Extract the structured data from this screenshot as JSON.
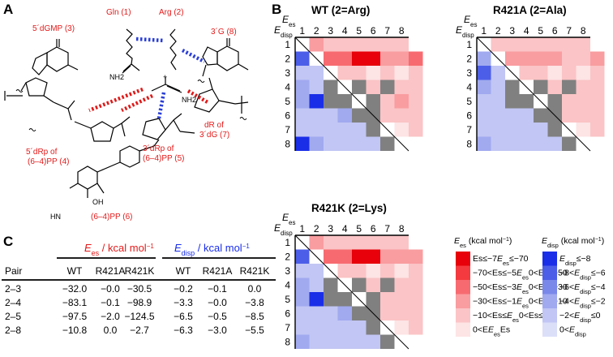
{
  "panels": {
    "a": "A",
    "b": "B",
    "c": "C"
  },
  "structure": {
    "gln": "Gln (1)",
    "arg": "Arg (2)",
    "dgmp": "5´dGMP (3)",
    "g3": "3´G (8)",
    "drp5a": "5´dRp of",
    "drp5b": "(6–4)PP (4)",
    "drp3a": "3´dRp of",
    "drp3b": "(6–4)PP (5)",
    "dra": "dR of",
    "drb": "3´dG (7)",
    "pp": "(6–4)PP (6)",
    "nh2": "NH2",
    "hn": "HN",
    "oh": "OH",
    "plus": "+"
  },
  "matrices": {
    "axis_top": "E",
    "axis_top_sub": "es",
    "axis_left": "E",
    "axis_left_sub": "disp",
    "labels": [
      "1",
      "2",
      "3",
      "4",
      "5",
      "6",
      "7",
      "8"
    ],
    "panels": [
      {
        "title": "WT (2=Arg)",
        "upper": [
          [
            2,
            1,
            1,
            1,
            1,
            1,
            1
          ],
          [
            3,
            3,
            5,
            5,
            2,
            2,
            3
          ],
          [
            1,
            1,
            0,
            1,
            0,
            1
          ],
          [
            0,
            1,
            1,
            1,
            1
          ],
          [
            0,
            1,
            2,
            1
          ],
          [
            1,
            1,
            1
          ],
          [
            0,
            1
          ]
        ],
        "lower": [
          [
            4
          ],
          [
            1,
            1
          ],
          [
            2,
            1,
            1
          ],
          [
            2,
            5,
            2,
            1
          ],
          [
            1,
            1,
            1,
            2,
            1
          ],
          [
            1,
            1,
            1,
            1,
            1,
            2
          ],
          [
            5,
            2,
            1,
            1,
            1,
            1,
            1
          ]
        ],
        "grey": [
          [
            4,
            3
          ],
          [
            4,
            5
          ],
          [
            4,
            7
          ],
          [
            5,
            3
          ],
          [
            5,
            4
          ],
          [
            5,
            6
          ],
          [
            6,
            5
          ],
          [
            6,
            6
          ],
          [
            7,
            6
          ],
          [
            8,
            7
          ]
        ]
      },
      {
        "title": "R421A (2=Ala)",
        "upper": [
          [
            1,
            1,
            1,
            1,
            1,
            1,
            1
          ],
          [
            2,
            2,
            2,
            2,
            1,
            1,
            2
          ],
          [
            1,
            1,
            0,
            1,
            0,
            1
          ],
          [
            0,
            1,
            1,
            1,
            1
          ],
          [
            0,
            1,
            1,
            1
          ],
          [
            1,
            1,
            1
          ],
          [
            0,
            1
          ]
        ],
        "lower": [
          [
            2
          ],
          [
            4,
            1
          ],
          [
            2,
            1,
            1
          ],
          [
            1,
            1,
            1,
            1
          ],
          [
            1,
            1,
            1,
            1,
            1
          ],
          [
            1,
            1,
            1,
            1,
            1,
            1
          ],
          [
            2,
            1,
            1,
            1,
            1,
            1,
            1
          ]
        ],
        "grey": [
          [
            4,
            3
          ],
          [
            4,
            5
          ],
          [
            4,
            7
          ],
          [
            5,
            3
          ],
          [
            5,
            4
          ],
          [
            5,
            6
          ],
          [
            6,
            5
          ],
          [
            6,
            6
          ],
          [
            7,
            6
          ],
          [
            8,
            7
          ]
        ]
      },
      {
        "title": "R421K (2=Lys)",
        "upper": [
          [
            2,
            1,
            1,
            1,
            1,
            1,
            1
          ],
          [
            3,
            3,
            5,
            5,
            2,
            2,
            2
          ],
          [
            1,
            1,
            0,
            1,
            0,
            1
          ],
          [
            0,
            1,
            1,
            1,
            1
          ],
          [
            0,
            1,
            1,
            1
          ],
          [
            1,
            1,
            1
          ],
          [
            0,
            1
          ]
        ],
        "lower": [
          [
            4
          ],
          [
            1,
            1
          ],
          [
            2,
            1,
            1
          ],
          [
            2,
            5,
            2,
            1
          ],
          [
            1,
            1,
            1,
            2,
            1
          ],
          [
            1,
            1,
            1,
            1,
            1,
            2
          ],
          [
            2,
            1,
            1,
            1,
            1,
            1,
            1
          ]
        ],
        "grey": [
          [
            4,
            3
          ],
          [
            4,
            5
          ],
          [
            4,
            7
          ],
          [
            5,
            3
          ],
          [
            5,
            4
          ],
          [
            5,
            6
          ],
          [
            6,
            5
          ],
          [
            6,
            6
          ],
          [
            7,
            6
          ],
          [
            8,
            7
          ]
        ]
      }
    ]
  },
  "legend": {
    "es_title": "Es (kcal mol−1)",
    "disp_title": "Edisp (kcal mol−1)",
    "es_colors": [
      "#e8000a",
      "#f43a3e",
      "#f76b70",
      "#f99da0",
      "#fbc4c6",
      "#fde4e5"
    ],
    "disp_colors": [
      "#1a2ee8",
      "#4c5ee8",
      "#7a88ea",
      "#a1aaef",
      "#c1c6f4",
      "#dcdff8"
    ],
    "es_labels": [
      "Es≤−70",
      "−70<Es≤−50",
      "−50<Es≤−30",
      "−30<Es≤−10",
      "−10<Es≤0",
      "0<Es"
    ],
    "disp_labels": [
      "Edisp≤−8",
      "−8<Edisp≤−6",
      "−6<Edisp≤−4",
      "−4<Edisp≤−2",
      "−2<Edisp≤0",
      "0<Edisp"
    ]
  },
  "table": {
    "es_header": "Es / kcal mol−1",
    "disp_header": "Edisp / kcal mol−1",
    "col_pair": "Pair",
    "cols": [
      "WT",
      "R421A",
      "R421K",
      "WT",
      "R421A",
      "R421K"
    ],
    "rows": [
      {
        "pair": "2–3",
        "values": [
          "−32.0",
          "−0.0",
          "−30.5",
          "−0.2",
          "−0.1",
          "0.0"
        ]
      },
      {
        "pair": "2–4",
        "values": [
          "−83.1",
          "−0.1",
          "−98.9",
          "−3.3",
          "−0.0",
          "−3.8"
        ]
      },
      {
        "pair": "2–5",
        "values": [
          "−97.5",
          "−2.0",
          "−124.5",
          "−6.5",
          "−0.5",
          "−8.5"
        ]
      },
      {
        "pair": "2–8",
        "values": [
          "−10.8",
          "0.0",
          "−2.7",
          "−6.3",
          "−3.0",
          "−5.5"
        ]
      }
    ]
  }
}
